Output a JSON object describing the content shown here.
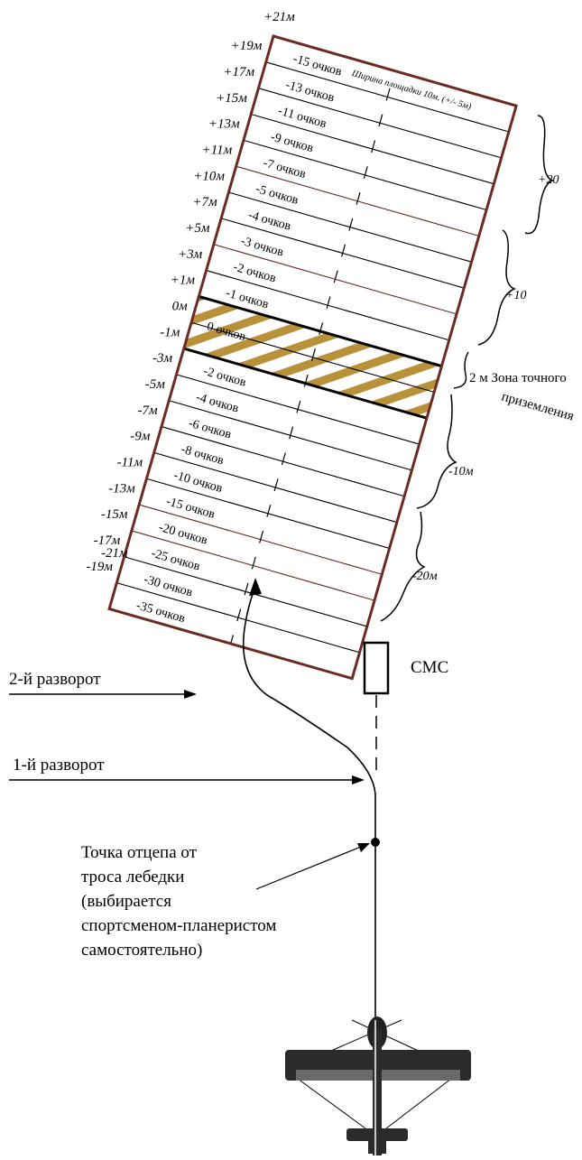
{
  "field": {
    "title": "Ширина площадки 10м. (+/- 5м)",
    "top_label": "+21м",
    "bottom_label": "-21м",
    "rows": [
      {
        "distance": "+19м",
        "score": "-15   очков"
      },
      {
        "distance": "+17м",
        "score": "-13   очков"
      },
      {
        "distance": "+15м",
        "score": "-11   очков"
      },
      {
        "distance": "+13м",
        "score": "-9   очков"
      },
      {
        "distance": "+11м",
        "score": "-7   очков"
      },
      {
        "distance": "+10м",
        "score": "-5   очков"
      },
      {
        "distance": "+7м",
        "score": "-4   очков"
      },
      {
        "distance": "+5м",
        "score": "-3   очков"
      },
      {
        "distance": "+3м",
        "score": "-2   очков"
      },
      {
        "distance": "+1м",
        "score": "-1   очков"
      },
      {
        "distance": "0м",
        "score": "0 очков"
      },
      {
        "distance": "-1м",
        "score": ""
      },
      {
        "distance": "-3м",
        "score": "-2    очков"
      },
      {
        "distance": "-5м",
        "score": "-4   очков"
      },
      {
        "distance": "-7м",
        "score": "-6   очков"
      },
      {
        "distance": "-9м",
        "score": "-8   очков"
      },
      {
        "distance": "-11м",
        "score": "-10   очков"
      },
      {
        "distance": "-13м",
        "score": "-15   очков"
      },
      {
        "distance": "-15м",
        "score": "-20   очков"
      },
      {
        "distance": "-17м",
        "score": "-25   очков"
      },
      {
        "distance": "-19м",
        "score": "-30   очков"
      },
      {
        "distance": "",
        "score": "-35   очков"
      }
    ]
  },
  "brackets": {
    "plus20": "+20",
    "plus10": "+10",
    "minus10": "-10м",
    "minus20": "-20м"
  },
  "zone_label_line1": "2 м Зона точного",
  "zone_label_line2": "приземления",
  "cmc_label": "СМС",
  "turn2_label": "2-й разворот",
  "turn1_label": "1-й разворот",
  "release_label": [
    "Точка отцепа от",
    "троса лебедки",
    "(выбирается",
    "спортсменом-планеристом",
    "самостоятельно)"
  ],
  "colors": {
    "frame": "#6b2a22",
    "hatch": "#b8913a",
    "ink": "#000000"
  }
}
